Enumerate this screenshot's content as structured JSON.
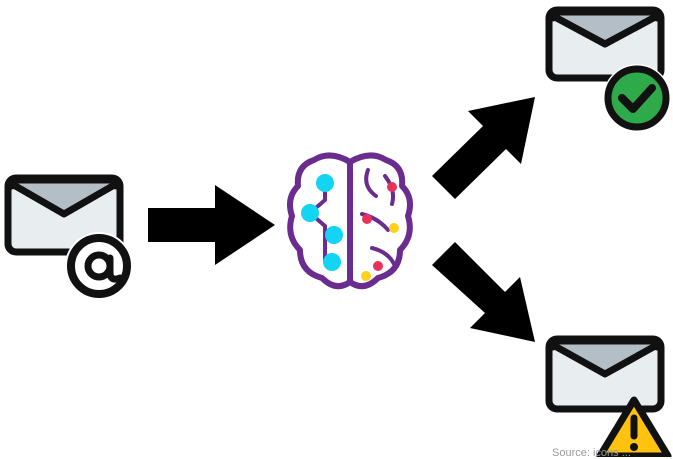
{
  "diagram": {
    "nodes": [
      {
        "id": "incoming-email",
        "icon": "envelope-at-icon"
      },
      {
        "id": "ai-classifier",
        "icon": "brain-circuit-icon"
      },
      {
        "id": "legit-email",
        "icon": "envelope-check-icon"
      },
      {
        "id": "spam-email",
        "icon": "envelope-warning-icon"
      }
    ],
    "edges": [
      {
        "from": "incoming-email",
        "to": "ai-classifier"
      },
      {
        "from": "ai-classifier",
        "to": "legit-email"
      },
      {
        "from": "ai-classifier",
        "to": "spam-email"
      }
    ],
    "source_note": "Source: icons ..."
  },
  "colors": {
    "outline": "#111111",
    "envelope_body": "#e8edf0",
    "envelope_flap": "#b4bec6",
    "check_badge": "#2eaa4a",
    "warning_badge": "#ffc20e",
    "brain_outline": "#6b2c8f",
    "brain_node_cyan": "#14d4f4",
    "brain_dot_red": "#e8325a",
    "brain_dot_yellow": "#ffd11a"
  }
}
